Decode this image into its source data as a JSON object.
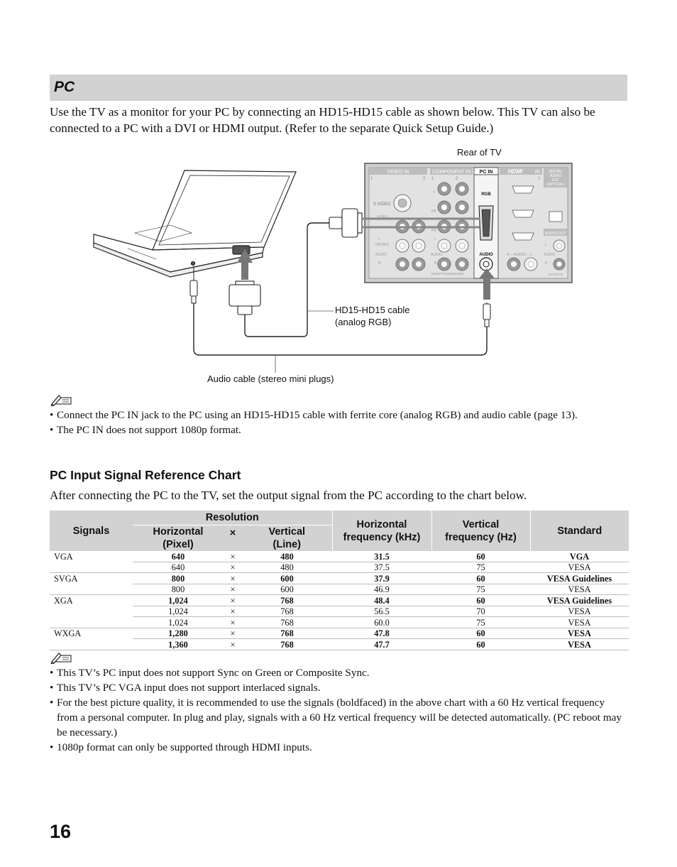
{
  "section": {
    "title": "PC"
  },
  "intro": "Use the TV as a monitor for your PC by connecting an HD15-HD15 cable as shown below. This TV can also be connected to a PC with a DVI or HDMI output. (Refer to the separate Quick Setup Guide.)",
  "diagram": {
    "rear_label": "Rear of TV",
    "cable_label_line1": "HD15-HD15 cable",
    "cable_label_line2": "(analog RGB)",
    "audio_cable_label": "Audio cable (stereo mini plugs)",
    "panel": {
      "video_in": "VIDEO IN",
      "component_in": "COMPONENT IN",
      "pc_in": "PC  IN",
      "hdmi": "HDMI",
      "in": "IN",
      "digital_audio_out": [
        "DIGITAL",
        "AUDIO",
        "OUT",
        "(OPTICAL)"
      ],
      "s_video": "S VIDEO",
      "rgb": "RGB",
      "audio": "AUDIO",
      "audio_out": "AUDIO OUT",
      "r_audio_l": "R – AUDIO – L",
      "var_fix": "(VAR/FIX)",
      "component_res": "(1080i/720p/480p/480i)",
      "mono": "(MONO)",
      "y": "Y",
      "pb": "PB",
      "pr": "PR",
      "video": "VIDEO",
      "l": "L",
      "r": "R",
      "n1": "1",
      "n2": "2"
    }
  },
  "notes1": [
    "Connect the PC IN jack to the PC using an HD15-HD15 cable with ferrite core (analog RGB) and audio cable (page 13).",
    "The PC IN does not support 1080p format."
  ],
  "chart_heading": "PC Input Signal Reference Chart",
  "chart_intro": "After connecting the PC to the TV, set the output signal from the PC according to the chart below.",
  "table": {
    "headers": {
      "signals": "Signals",
      "resolution": "Resolution",
      "horizontal_pixel_1": "Horizontal",
      "horizontal_pixel_2": "(Pixel)",
      "times": "×",
      "vertical_line_1": "Vertical",
      "vertical_line_2": "(Line)",
      "hfreq_1": "Horizontal",
      "hfreq_2": "frequency (kHz)",
      "vfreq_1": "Vertical",
      "vfreq_2": "frequency (Hz)",
      "standard": "Standard"
    },
    "rows": [
      {
        "signal": "VGA",
        "h": "640",
        "x": "×",
        "v": "480",
        "hf": "31.5",
        "vf": "60",
        "std": "VGA"
      },
      {
        "signal": "",
        "h": "640",
        "x": "×",
        "v": "480",
        "hf": "37.5",
        "vf": "75",
        "std": "VESA"
      },
      {
        "signal": "SVGA",
        "h": "800",
        "x": "×",
        "v": "600",
        "hf": "37.9",
        "vf": "60",
        "std": "VESA Guidelines"
      },
      {
        "signal": "",
        "h": "800",
        "x": "×",
        "v": "600",
        "hf": "46.9",
        "vf": "75",
        "std": "VESA"
      },
      {
        "signal": "XGA",
        "h": "1,024",
        "x": "×",
        "v": "768",
        "hf": "48.4",
        "vf": "60",
        "std": "VESA Guidelines"
      },
      {
        "signal": "",
        "h": "1,024",
        "x": "×",
        "v": "768",
        "hf": "56.5",
        "vf": "70",
        "std": "VESA"
      },
      {
        "signal": "",
        "h": "1,024",
        "x": "×",
        "v": "768",
        "hf": "60.0",
        "vf": "75",
        "std": "VESA"
      },
      {
        "signal": "WXGA",
        "h": "1,280",
        "x": "×",
        "v": "768",
        "hf": "47.8",
        "vf": "60",
        "std": "VESA"
      },
      {
        "signal": "",
        "h": "1,360",
        "x": "×",
        "v": "768",
        "hf": "47.7",
        "vf": "60",
        "std": "VESA"
      }
    ]
  },
  "notes2": [
    "This TV’s PC input does not support Sync on Green or Composite Sync.",
    "This TV’s PC VGA input does not support interlaced signals.",
    "For the best picture quality, it is recommended to use the signals (boldfaced) in the above chart with a 60 Hz vertical frequency from a personal computer. In plug and play, signals with a 60 Hz vertical frequency will be detected automatically. (PC reboot may be necessary.)",
    "1080p format can only be supported through HDMI inputs."
  ],
  "page_number": "16"
}
